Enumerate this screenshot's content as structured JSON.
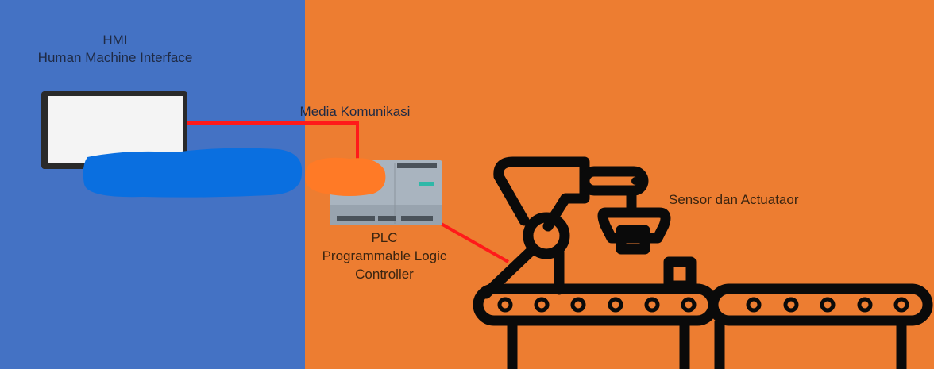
{
  "colors": {
    "left_panel": "#4472c4",
    "right_panel": "#ed7d31",
    "link_line": "#ff1a1a",
    "icon_stroke": "#0a0a0a",
    "redaction_blue": "#0a6fe0",
    "redaction_orange": "#ff7a26"
  },
  "hmi": {
    "title": "HMI",
    "subtitle": "Human Machine Interface"
  },
  "communication": {
    "label": "Media Komunikasi"
  },
  "plc": {
    "title": "PLC",
    "subtitle_line1": "Programmable Logic",
    "subtitle_line2": "Controller"
  },
  "field": {
    "label": "Sensor dan Actuataor"
  },
  "conveyor": {
    "left_rollers": 6,
    "right_rollers": 5
  }
}
